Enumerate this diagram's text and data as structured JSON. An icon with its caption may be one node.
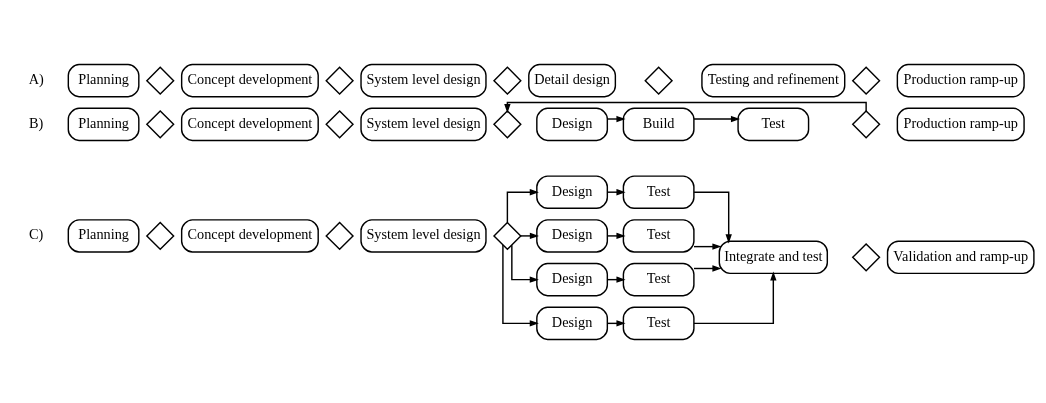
{
  "diagram": {
    "nodes": [
      {
        "text": [
          "Planning"
        ]
      },
      {
        "text": [],
        "shape": "diamond"
      },
      {
        "text": [
          "Concept development"
        ]
      },
      {
        "text": [],
        "shape": "diamond"
      },
      {
        "text": [
          "System level design"
        ]
      },
      {
        "text": [],
        "shape": "diamond"
      },
      {
        "text": [
          "Detail design"
        ]
      },
      {
        "text": [],
        "shape": "diamond"
      },
      {
        "text": [
          "Testing and refinement"
        ]
      },
      {
        "text": [],
        "shape": "diamond"
      },
      {
        "text": [
          "Production ramp-up"
        ]
      },
      {
        "text": [
          "Planning"
        ]
      },
      {
        "text": [],
        "shape": "diamond"
      },
      {
        "text": [
          "Concept development"
        ]
      },
      {
        "text": [],
        "shape": "diamond"
      },
      {
        "text": [
          "System level design"
        ]
      },
      {
        "text": [],
        "shape": "diamond"
      },
      {
        "text": [
          "Design"
        ]
      },
      {
        "text": [
          "Build"
        ]
      },
      {
        "text": [
          "Test"
        ]
      },
      {
        "text": [],
        "shape": "diamond"
      },
      {
        "text": [
          "Production ramp-up"
        ]
      },
      {
        "text": [
          "Planning"
        ]
      },
      {
        "text": [],
        "shape": "diamond"
      },
      {
        "text": [
          "Concept development"
        ]
      },
      {
        "text": [],
        "shape": "diamond"
      },
      {
        "text": [
          "System level design"
        ]
      },
      {
        "text": [],
        "shape": "diamond"
      },
      {
        "text": [
          "Design"
        ]
      },
      {
        "text": [
          "Test"
        ]
      },
      {
        "text": [
          "Design"
        ]
      },
      {
        "text": [
          "Test"
        ]
      },
      {
        "text": [
          "Design"
        ]
      },
      {
        "text": [
          "Test"
        ]
      },
      {
        "text": [
          "Design"
        ]
      },
      {
        "text": [
          "Test"
        ]
      },
      {
        "text": [
          "Integrate and test"
        ]
      },
      {
        "text": [],
        "shape": "diamond"
      },
      {
        "text": [
          "Validation and ramp-up"
        ]
      }
    ],
    "edges": [
      {
        "from": 17,
        "to": 18,
        "arrow": "to"
      },
      {
        "from": 18,
        "to": 19,
        "arrow": "to"
      },
      {
        "from": 20,
        "to": 16,
        "arrow": "to"
      },
      {
        "from": 27,
        "to": 28,
        "arrow": "to"
      },
      {
        "from": 27,
        "to": 30,
        "arrow": "to"
      },
      {
        "from": 27,
        "to": 32,
        "arrow": "to"
      },
      {
        "from": 27,
        "to": 34,
        "arrow": "to"
      },
      {
        "from": 28,
        "to": 29,
        "arrow": "to"
      },
      {
        "from": 30,
        "to": 31,
        "arrow": "to"
      },
      {
        "from": 32,
        "to": 33,
        "arrow": "to"
      },
      {
        "from": 34,
        "to": 35,
        "arrow": "to"
      },
      {
        "from": 29,
        "to": 36,
        "arrow": "to"
      },
      {
        "from": 31,
        "to": 36,
        "arrow": "to"
      },
      {
        "from": 33,
        "to": 36,
        "arrow": "to"
      },
      {
        "from": 35,
        "to": 36,
        "arrow": "to"
      }
    ],
    "labels": [
      "A)",
      "B)",
      "C)"
    ]
  }
}
